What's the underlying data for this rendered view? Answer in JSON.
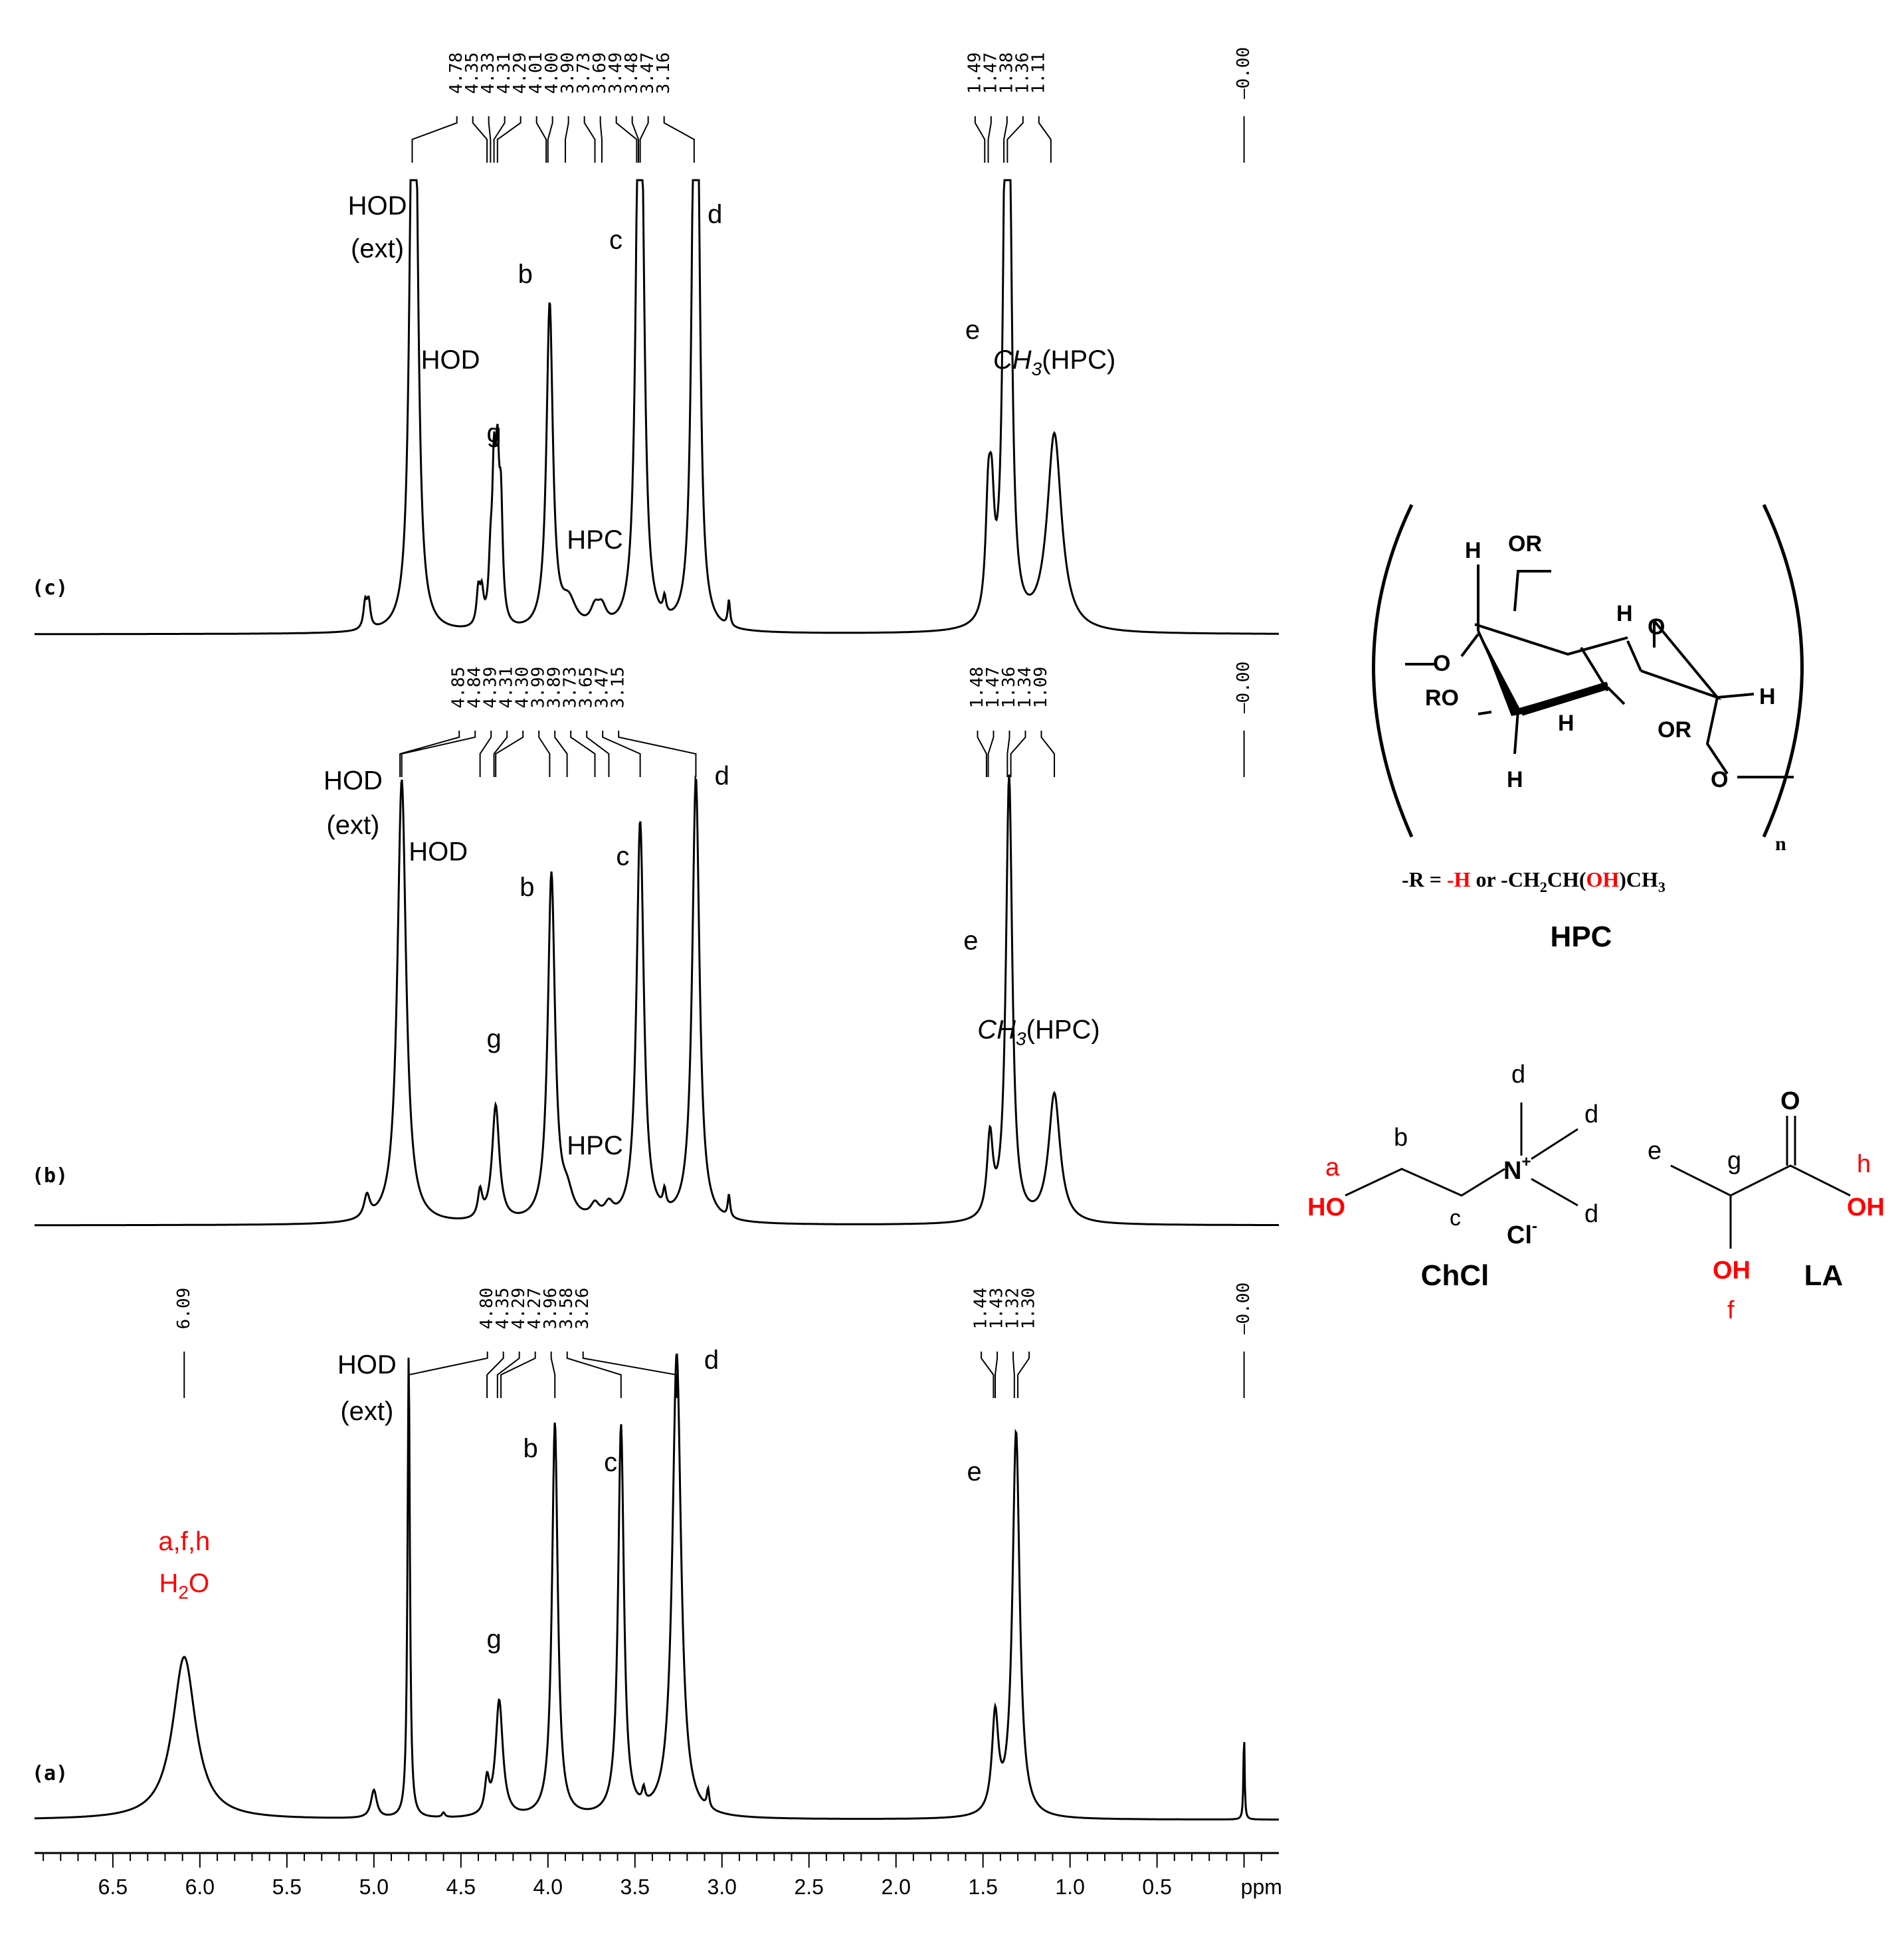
{
  "chart_data": {
    "type": "nmr-spectrum-stack",
    "xlabel": "ppm",
    "x_reversed": true,
    "xlim": [
      6.95,
      -0.2
    ],
    "axis_ticks": [
      "6.5",
      "6.0",
      "5.5",
      "5.0",
      "4.5",
      "4.0",
      "3.5",
      "3.0",
      "2.5",
      "2.0",
      "1.5",
      "1.0",
      "0.5"
    ],
    "axis_tick_values": [
      6.5,
      6.0,
      5.5,
      5.0,
      4.5,
      4.0,
      3.5,
      3.0,
      2.5,
      2.0,
      1.5,
      1.0,
      0.5
    ],
    "colors": {
      "trace": "#000000",
      "red": "#ff0000"
    },
    "spectra": [
      {
        "id": "c",
        "label": "(c)",
        "peak_list": [
          "4.78",
          "4.35",
          "4.33",
          "4.31",
          "4.29",
          "4.01",
          "4.00",
          "3.90",
          "3.73",
          "3.69",
          "3.49",
          "3.48",
          "3.47",
          "3.16",
          "1.49",
          "1.47",
          "1.38",
          "1.36",
          "1.11",
          "0.00"
        ],
        "peak_list_values": [
          4.78,
          4.35,
          4.33,
          4.31,
          4.29,
          4.01,
          4.0,
          3.9,
          3.73,
          3.69,
          3.49,
          3.48,
          3.47,
          3.16,
          1.49,
          1.47,
          1.38,
          1.36,
          1.11,
          0.0
        ],
        "peaks": [
          {
            "x": 4.78,
            "h": 1.0,
            "w": 0.02
          },
          {
            "x": 4.76,
            "h": 0.85,
            "w": 0.02
          },
          {
            "x": 3.99,
            "h": 0.76,
            "w": 0.022
          },
          {
            "x": 3.48,
            "h": 0.98,
            "w": 0.02
          },
          {
            "x": 3.46,
            "h": 0.75,
            "w": 0.02
          },
          {
            "x": 3.16,
            "h": 1.0,
            "w": 0.018
          },
          {
            "x": 3.14,
            "h": 0.9,
            "w": 0.018
          },
          {
            "x": 1.37,
            "h": 1.0,
            "w": 0.018
          },
          {
            "x": 1.35,
            "h": 0.95,
            "w": 0.018
          },
          {
            "x": 1.47,
            "h": 0.24,
            "w": 0.018
          },
          {
            "x": 1.45,
            "h": 0.22,
            "w": 0.018
          },
          {
            "x": 1.09,
            "h": 0.46,
            "w": 0.05
          },
          {
            "x": 4.31,
            "h": 0.32,
            "w": 0.012
          },
          {
            "x": 4.29,
            "h": 0.32,
            "w": 0.012
          },
          {
            "x": 4.27,
            "h": 0.25,
            "w": 0.012
          },
          {
            "x": 4.33,
            "h": 0.12,
            "w": 0.012
          },
          {
            "x": 4.4,
            "h": 0.08,
            "w": 0.012
          },
          {
            "x": 4.38,
            "h": 0.07,
            "w": 0.012
          },
          {
            "x": 3.88,
            "h": 0.06,
            "w": 0.05
          },
          {
            "x": 3.73,
            "h": 0.04,
            "w": 0.03
          },
          {
            "x": 3.69,
            "h": 0.04,
            "w": 0.03
          },
          {
            "x": 5.05,
            "h": 0.06,
            "w": 0.012
          },
          {
            "x": 5.03,
            "h": 0.06,
            "w": 0.012
          },
          {
            "x": 3.33,
            "h": 0.04,
            "w": 0.01
          },
          {
            "x": 2.96,
            "h": 0.06,
            "w": 0.008
          }
        ],
        "labels": [
          {
            "text": "HOD",
            "x": 4.98,
            "y": 0.98
          },
          {
            "text": "(ext)",
            "x": 4.98,
            "y": 0.88
          },
          {
            "text": "HOD",
            "x": 4.56,
            "y": 0.62
          },
          {
            "text": "b",
            "x": 4.13,
            "y": 0.82
          },
          {
            "text": "c",
            "x": 3.61,
            "y": 0.9
          },
          {
            "text": "d",
            "x": 3.04,
            "y": 0.96
          },
          {
            "text": "g",
            "x": 4.31,
            "y": 0.45
          },
          {
            "text": "HPC",
            "x": 3.73,
            "y": 0.2
          },
          {
            "text": "e",
            "x": 1.56,
            "y": 0.69
          }
        ],
        "ch3_label": {
          "text": "CH",
          "sub": "3",
          "rest": "(HPC)",
          "x": 1.09,
          "y": 0.62
        }
      },
      {
        "id": "b",
        "label": "(b)",
        "peak_list": [
          "4.85",
          "4.84",
          "4.39",
          "4.31",
          "4.30",
          "3.99",
          "3.89",
          "3.73",
          "3.65",
          "3.47",
          "3.15",
          "1.48",
          "1.47",
          "1.36",
          "1.34",
          "1.09",
          "0.00"
        ],
        "peak_list_values": [
          4.85,
          4.84,
          4.39,
          4.31,
          4.3,
          3.99,
          3.89,
          3.73,
          3.65,
          3.47,
          3.15,
          1.48,
          1.47,
          1.36,
          1.34,
          1.09,
          0.0
        ],
        "peaks": [
          {
            "x": 4.84,
            "h": 1.0,
            "w": 0.03
          },
          {
            "x": 3.98,
            "h": 0.78,
            "w": 0.025
          },
          {
            "x": 3.47,
            "h": 0.9,
            "w": 0.025
          },
          {
            "x": 3.15,
            "h": 1.0,
            "w": 0.025
          },
          {
            "x": 1.35,
            "h": 1.0,
            "w": 0.022
          },
          {
            "x": 1.46,
            "h": 0.18,
            "w": 0.02
          },
          {
            "x": 1.09,
            "h": 0.29,
            "w": 0.04
          },
          {
            "x": 4.3,
            "h": 0.26,
            "w": 0.025
          },
          {
            "x": 4.39,
            "h": 0.06,
            "w": 0.015
          },
          {
            "x": 3.89,
            "h": 0.05,
            "w": 0.04
          },
          {
            "x": 3.73,
            "h": 0.03,
            "w": 0.03
          },
          {
            "x": 3.65,
            "h": 0.03,
            "w": 0.03
          },
          {
            "x": 5.04,
            "h": 0.05,
            "w": 0.02
          },
          {
            "x": 3.33,
            "h": 0.04,
            "w": 0.01
          },
          {
            "x": 2.96,
            "h": 0.05,
            "w": 0.008
          }
        ],
        "labels": [
          {
            "text": "HOD",
            "x": 5.12,
            "y": 0.98
          },
          {
            "text": "(ext)",
            "x": 5.12,
            "y": 0.88
          },
          {
            "text": "HOD",
            "x": 4.63,
            "y": 0.82
          },
          {
            "text": "b",
            "x": 4.12,
            "y": 0.74
          },
          {
            "text": "c",
            "x": 3.57,
            "y": 0.81
          },
          {
            "text": "d",
            "x": 3.0,
            "y": 0.99
          },
          {
            "text": "g",
            "x": 4.31,
            "y": 0.4
          },
          {
            "text": "HPC",
            "x": 3.73,
            "y": 0.16
          },
          {
            "text": "e",
            "x": 1.57,
            "y": 0.62
          }
        ],
        "ch3_label": {
          "text": "CH",
          "sub": "3",
          "rest": "(HPC)",
          "x": 1.18,
          "y": 0.42
        }
      },
      {
        "id": "a",
        "label": "(a)",
        "peak_list": [
          "6.09",
          "4.80",
          "4.35",
          "4.29",
          "4.27",
          "3.96",
          "3.58",
          "3.26",
          "1.44",
          "1.43",
          "1.32",
          "1.30",
          "0.00"
        ],
        "peak_list_values": [
          6.09,
          4.8,
          4.35,
          4.29,
          4.27,
          3.96,
          3.58,
          3.26,
          1.44,
          1.43,
          1.32,
          1.3,
          0.0
        ],
        "peaks": [
          {
            "x": 6.09,
            "h": 0.35,
            "w": 0.08
          },
          {
            "x": 4.8,
            "h": 1.0,
            "w": 0.008
          },
          {
            "x": 3.96,
            "h": 0.85,
            "w": 0.02
          },
          {
            "x": 3.58,
            "h": 0.84,
            "w": 0.02
          },
          {
            "x": 3.26,
            "h": 1.0,
            "w": 0.03
          },
          {
            "x": 1.31,
            "h": 0.83,
            "w": 0.025
          },
          {
            "x": 1.43,
            "h": 0.21,
            "w": 0.022
          },
          {
            "x": 4.28,
            "h": 0.25,
            "w": 0.025
          },
          {
            "x": 4.35,
            "h": 0.07,
            "w": 0.015
          },
          {
            "x": 5.0,
            "h": 0.06,
            "w": 0.02
          },
          {
            "x": 4.6,
            "h": 0.01,
            "w": 0.01
          },
          {
            "x": 3.45,
            "h": 0.03,
            "w": 0.01
          },
          {
            "x": 3.08,
            "h": 0.04,
            "w": 0.008
          },
          {
            "x": 0.0,
            "h": 0.19,
            "w": 0.004
          }
        ],
        "labels": [
          {
            "text": "HOD",
            "x": 5.04,
            "y": 0.96
          },
          {
            "text": "(ext)",
            "x": 5.04,
            "y": 0.86
          },
          {
            "text": "b",
            "x": 4.1,
            "y": 0.78
          },
          {
            "text": "c",
            "x": 3.64,
            "y": 0.75
          },
          {
            "text": "d",
            "x": 3.06,
            "y": 0.97
          },
          {
            "text": "g",
            "x": 4.31,
            "y": 0.37
          },
          {
            "text": "e",
            "x": 1.55,
            "y": 0.73
          }
        ],
        "red_labels": [
          {
            "text": "a,f,h",
            "x": 6.09,
            "y": 0.58
          },
          {
            "text": "H",
            "sub": "2",
            "rest": "O",
            "x": 6.09,
            "y": 0.49
          }
        ]
      }
    ]
  },
  "structures": {
    "hpc": {
      "atoms": [
        "H",
        "OR",
        "H",
        "O",
        "H",
        "RO",
        "H",
        "OR",
        "H",
        "O",
        "O",
        "n"
      ],
      "r_def": {
        "prefix": "-R = ",
        "h": "-H",
        "mid": " or -CH",
        "sub2": "2",
        "ch": "CH(",
        "oh": "OH",
        "end": ")CH",
        "sub3": "3"
      },
      "name": "HPC"
    },
    "chcl": {
      "labels": [
        "d",
        "d",
        "d",
        "b",
        "a",
        "c"
      ],
      "ho": "HO",
      "n": "N",
      "plus": "+",
      "cl": "Cl",
      "minus": "-",
      "name": "ChCl"
    },
    "la": {
      "labels": [
        "e",
        "g",
        "h",
        "f"
      ],
      "o": "O",
      "oh_acid": "OH",
      "oh": "OH",
      "name": "LA"
    }
  }
}
